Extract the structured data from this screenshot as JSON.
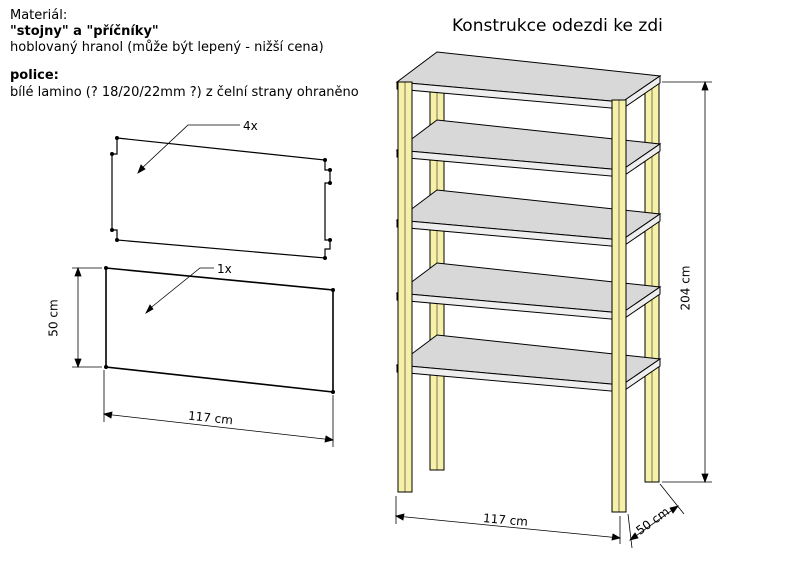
{
  "material": {
    "heading": "Materiál:",
    "posts_name": "\"stojny\" a \"příčníky\"",
    "posts_desc": "hoblovaný hranol (může být lepený - nižší cena)",
    "shelves_name": "police:",
    "shelves_desc": "bílé lamino (? 18/20/22mm ?) z čelní strany ohraněno"
  },
  "title": "Konstrukce odezdi ke zdi",
  "panels": {
    "top_qty": "4x",
    "bottom_qty": "1x",
    "height_label": "50 cm",
    "width_label": "117 cm"
  },
  "shelf_unit": {
    "height_label": "204 cm",
    "width_label": "117 cm",
    "depth_label": "50 cm",
    "shelf_count": 5
  },
  "colors": {
    "post_fill": "#f6f0a8",
    "shelf_top": "#d8d8d8",
    "shelf_front": "#eeeeee",
    "line": "#000000"
  }
}
